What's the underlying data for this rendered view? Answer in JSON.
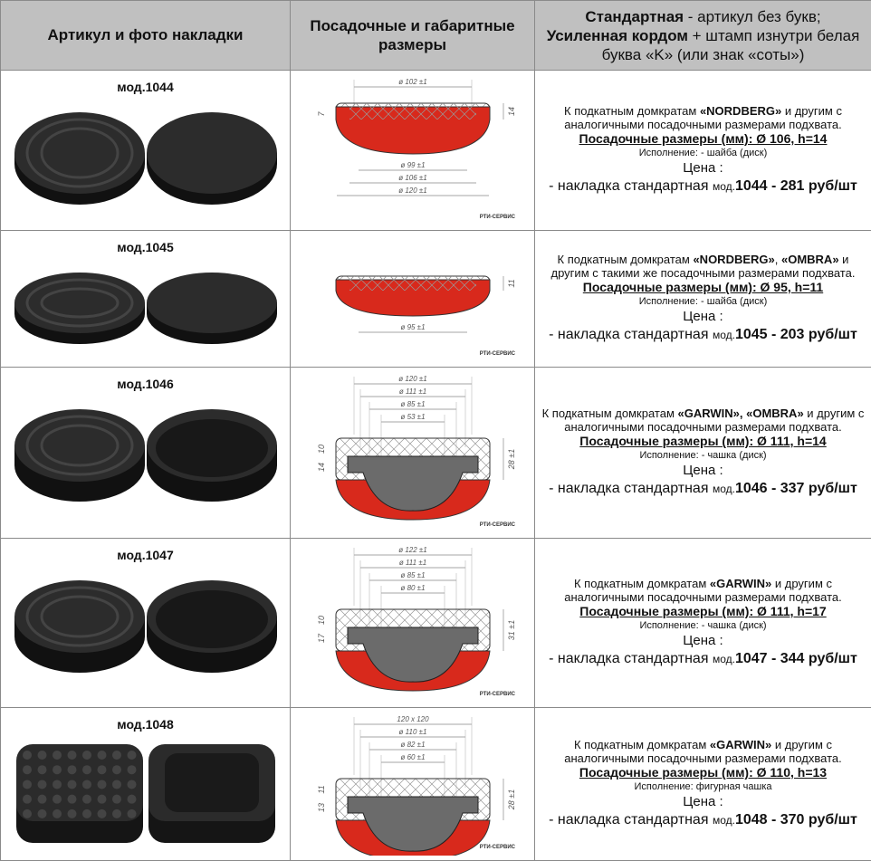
{
  "header": {
    "col1": "Артикул и фото накладки",
    "col2": "Посадочные и габаритные размеры",
    "col3_bold1": "Стандартная",
    "col3_text1": " - артикул без букв;",
    "col3_bold2": "Усиленная кордом",
    "col3_text2": " + штамп изнутри белая буква «K» (или знак «соты»)"
  },
  "colors": {
    "header_bg": "#c0c0c0",
    "rubber_red": "#d8291c",
    "cup_gray": "#6b6b6b",
    "border": "#8a8a8a"
  },
  "logo_text": "РТИ-СЕРВИС",
  "rows": [
    {
      "model": "мод.1044",
      "shape": "disc",
      "drawing": {
        "top_dims": [
          "ø 102 ±1"
        ],
        "bottom_dims": [
          "ø 99 ±1",
          "ø 106 ±1",
          "ø 120 ±1"
        ],
        "left_dims": [
          "7"
        ],
        "right_dim": "14"
      },
      "desc": [
        {
          "t": "К подкатным домкратам ",
          "b": false
        },
        {
          "t": "«NORDBERG»",
          "b": true
        },
        {
          "t": " и другим с аналогичными посадочными размерами подхвата.",
          "b": false
        }
      ],
      "fit": "Посадочные размеры (мм): Ø 106, h=14",
      "exec": "Исполнение: - шайба (диск)",
      "price_label": "Цена :",
      "price_prefix": "- накладка стандартная ",
      "price_mod": "мод.",
      "price_value": "1044 - 281 руб/шт"
    },
    {
      "model": "мод.1045",
      "shape": "disc",
      "drawing": {
        "top_dims": [],
        "bottom_dims": [
          "ø 95 ±1"
        ],
        "left_dims": [],
        "right_dim": "11"
      },
      "desc": [
        {
          "t": "К подкатным домкратам ",
          "b": false
        },
        {
          "t": "«NORDBERG»",
          "b": true
        },
        {
          "t": ", ",
          "b": false
        },
        {
          "t": "«OMBRA»",
          "b": true
        },
        {
          "t": " и другим с такими же посадочными размерами подхвата.",
          "b": false
        }
      ],
      "fit": "Посадочные размеры (мм): Ø 95, h=11",
      "exec": "Исполнение: - шайба (диск)",
      "price_label": "Цена :",
      "price_prefix": "- накладка стандартная ",
      "price_mod": "мод.",
      "price_value": "1045 - 203 руб/шт"
    },
    {
      "model": "мод.1046",
      "shape": "cup",
      "drawing": {
        "top_dims": [
          "ø 120 ±1",
          "ø 111 ±1",
          "ø 85 ±1",
          "ø 53 ±1"
        ],
        "bottom_dims": [],
        "left_dims": [
          "10",
          "14"
        ],
        "right_dim": "28 ±1"
      },
      "desc": [
        {
          "t": "К подкатным домкратам ",
          "b": false
        },
        {
          "t": "«GARWIN», «OMBRA»",
          "b": true
        },
        {
          "t": " и другим с аналогичными посадочными размерами подхвата.",
          "b": false
        }
      ],
      "fit": "Посадочные размеры (мм): Ø 111, h=14",
      "exec": "Исполнение: - чашка (диск)",
      "price_label": "Цена :",
      "price_prefix": "- накладка стандартная ",
      "price_mod": "мод.",
      "price_value": "1046 - 337 руб/шт"
    },
    {
      "model": "мод.1047",
      "shape": "cup",
      "drawing": {
        "top_dims": [
          "ø 122 ±1",
          "ø 111 ±1",
          "ø 85 ±1",
          "ø 80 ±1"
        ],
        "bottom_dims": [],
        "left_dims": [
          "10",
          "17"
        ],
        "right_dim": "31 ±1"
      },
      "desc": [
        {
          "t": "К подкатным домкратам ",
          "b": false
        },
        {
          "t": "«GARWIN»",
          "b": true
        },
        {
          "t": " и другим с аналогичными посадочными размерами подхвата.",
          "b": false
        }
      ],
      "fit": "Посадочные размеры (мм): Ø 111, h=17",
      "exec": "Исполнение: - чашка (диск)",
      "price_label": "Цена :",
      "price_prefix": "- накладка стандартная ",
      "price_mod": "мод.",
      "price_value": "1047 - 344 руб/шт"
    },
    {
      "model": "мод.1048",
      "shape": "square",
      "drawing": {
        "top_dims": [
          "120 x 120",
          "ø 110 ±1",
          "ø 82 ±1",
          "ø 60 ±1"
        ],
        "bottom_dims": [],
        "left_dims": [
          "11",
          "13"
        ],
        "right_dim": "28 ±1"
      },
      "desc": [
        {
          "t": "К подкатным домкратам ",
          "b": false
        },
        {
          "t": "«GARWIN»",
          "b": true
        },
        {
          "t": " и другим с аналогичными посадочными размерами подхвата.",
          "b": false
        }
      ],
      "fit": "Посадочные размеры (мм): Ø 110, h=13",
      "exec": "Исполнение: фигурная чашка",
      "price_label": "Цена :",
      "price_prefix": "- накладка стандартная ",
      "price_mod": "мод.",
      "price_value": "1048 - 370 руб/шт"
    }
  ]
}
